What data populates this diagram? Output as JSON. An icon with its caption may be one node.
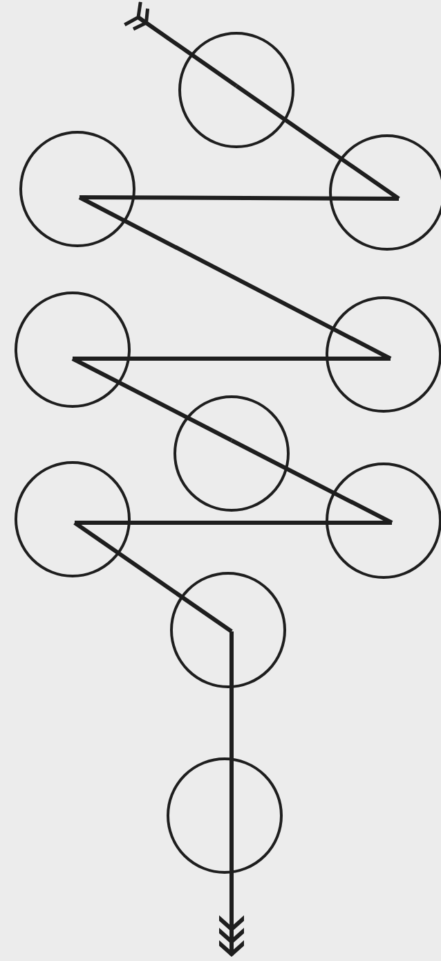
{
  "diagram": {
    "nodes": [
      {
        "text": [],
        "shape": "circle"
      },
      {
        "text": [],
        "shape": "circle"
      },
      {
        "text": [],
        "shape": "circle"
      },
      {
        "text": [],
        "shape": "circle"
      },
      {
        "text": [],
        "shape": "circle"
      },
      {
        "text": [],
        "shape": "circle"
      },
      {
        "text": [],
        "shape": "circle"
      },
      {
        "text": [],
        "shape": "circle"
      },
      {
        "text": [],
        "shape": "circle"
      },
      {
        "text": [],
        "shape": "circle"
      }
    ],
    "edges": [
      {
        "from": null,
        "to": 0,
        "arrow": "other"
      },
      {
        "from": 0,
        "to": 1,
        "arrow": "none"
      },
      {
        "from": 1,
        "to": 2,
        "arrow": "none"
      },
      {
        "from": 2,
        "to": 4,
        "arrow": "none"
      },
      {
        "from": 4,
        "to": 3,
        "arrow": "none"
      },
      {
        "from": 3,
        "to": 5,
        "arrow": "none"
      },
      {
        "from": 5,
        "to": 7,
        "arrow": "none"
      },
      {
        "from": 7,
        "to": 6,
        "arrow": "none"
      },
      {
        "from": 6,
        "to": 8,
        "arrow": "none"
      },
      {
        "from": 8,
        "to": 9,
        "arrow": "none"
      },
      {
        "from": 9,
        "to": null,
        "arrow": "to"
      }
    ]
  }
}
